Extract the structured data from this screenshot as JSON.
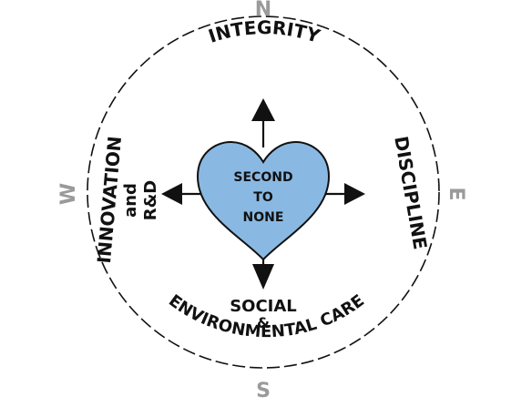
{
  "compass": {
    "north": "N",
    "south": "S",
    "east": "E",
    "west": "W"
  },
  "values": {
    "top": "INTEGRITY",
    "right": "DISCIPLINE",
    "bottom_line1": "SOCIAL",
    "bottom_line2": "&",
    "bottom_arc": "ENVIRONMENTAL CARE",
    "left_line1": "INNOVATION",
    "left_line2": "and",
    "left_line3": "R&D"
  },
  "heart": {
    "line1": "SECOND",
    "line2": "TO",
    "line3": "NONE"
  },
  "colors": {
    "heart_fill": "#89b9e3",
    "outline": "#111111",
    "cardinal": "#9a9a9a"
  }
}
